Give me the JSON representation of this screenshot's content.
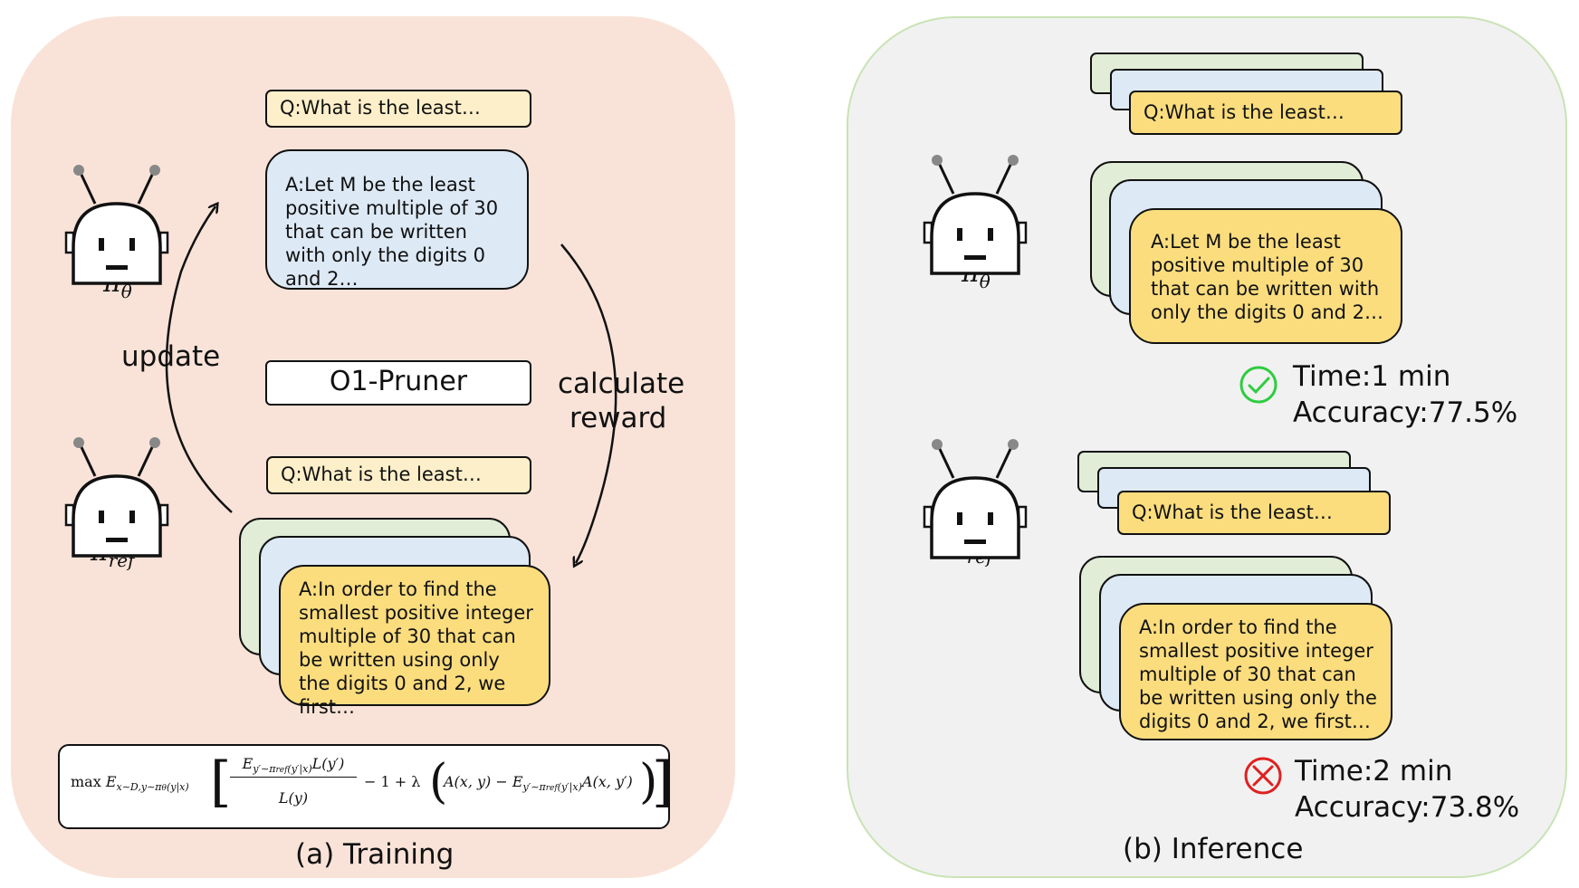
{
  "training": {
    "caption": "(a) Training",
    "question": "Q:What is the least…",
    "question_bottom": "Q:What is the least…",
    "answer_short": "A:Let M be the least positive multiple of 30 that can be written with only the digits 0 and 2…",
    "answer_long": "A:In order to find the smallest positive integer multiple of 30 that can be written using only the digits 0 and 2, we first…",
    "method": "O1-Pruner",
    "update_label": "update",
    "reward_label_1": "calculate",
    "reward_label_2": "reward",
    "policy_label": "π",
    "policy_sub": "θ",
    "ref_label": "π",
    "ref_sub": "ref",
    "formula": {
      "max": "max",
      "outer_E": "E",
      "outer_sub": "x∼D,y∼π",
      "outer_sub2": "θ",
      "outer_sub3": "(y|x)",
      "num_E": "E",
      "num_sub": "y′∼π",
      "num_sub2": "ref",
      "num_sub3": "(y′|x)",
      "num_L": "L(y′)",
      "den": "L(y)",
      "mid": "− 1 + λ",
      "A1": "A(x, y) − E",
      "inner_sub": "y′∼π",
      "inner_sub2": "ref",
      "inner_sub3": "(y′|x)",
      "A2": "A(x, y′)"
    }
  },
  "inference": {
    "caption": "(b) Inference",
    "question": "Q:What is the least…",
    "answer_short": "A:Let M be the least positive multiple of 30 that can be written with only the digits 0 and 2…",
    "answer_long": "A:In order to find the smallest positive integer multiple of 30 that can be written using only the digits 0 and 2, we first…",
    "result_good": {
      "time": "Time:1 min",
      "accuracy": "Accuracy:77.5%"
    },
    "result_bad": {
      "time": "Time:2 min",
      "accuracy": "Accuracy:73.8%"
    },
    "policy_label": "π",
    "policy_sub": "θ",
    "ref_label": "π",
    "ref_sub": "ref"
  },
  "colors": {
    "training_bg": "#f9e3d8",
    "inference_bg": "#f1f1f1",
    "inference_border": "#c9e3b5",
    "question_fill": "#fdefc9",
    "answer_blue": "#dde9f5",
    "answer_green": "#e1edd7",
    "answer_gold": "#fbdd7e",
    "check_green": "#2ecc40",
    "cross_red": "#e02020"
  },
  "icons": [
    "robot-icon",
    "check-circle-icon",
    "cross-circle-icon"
  ]
}
